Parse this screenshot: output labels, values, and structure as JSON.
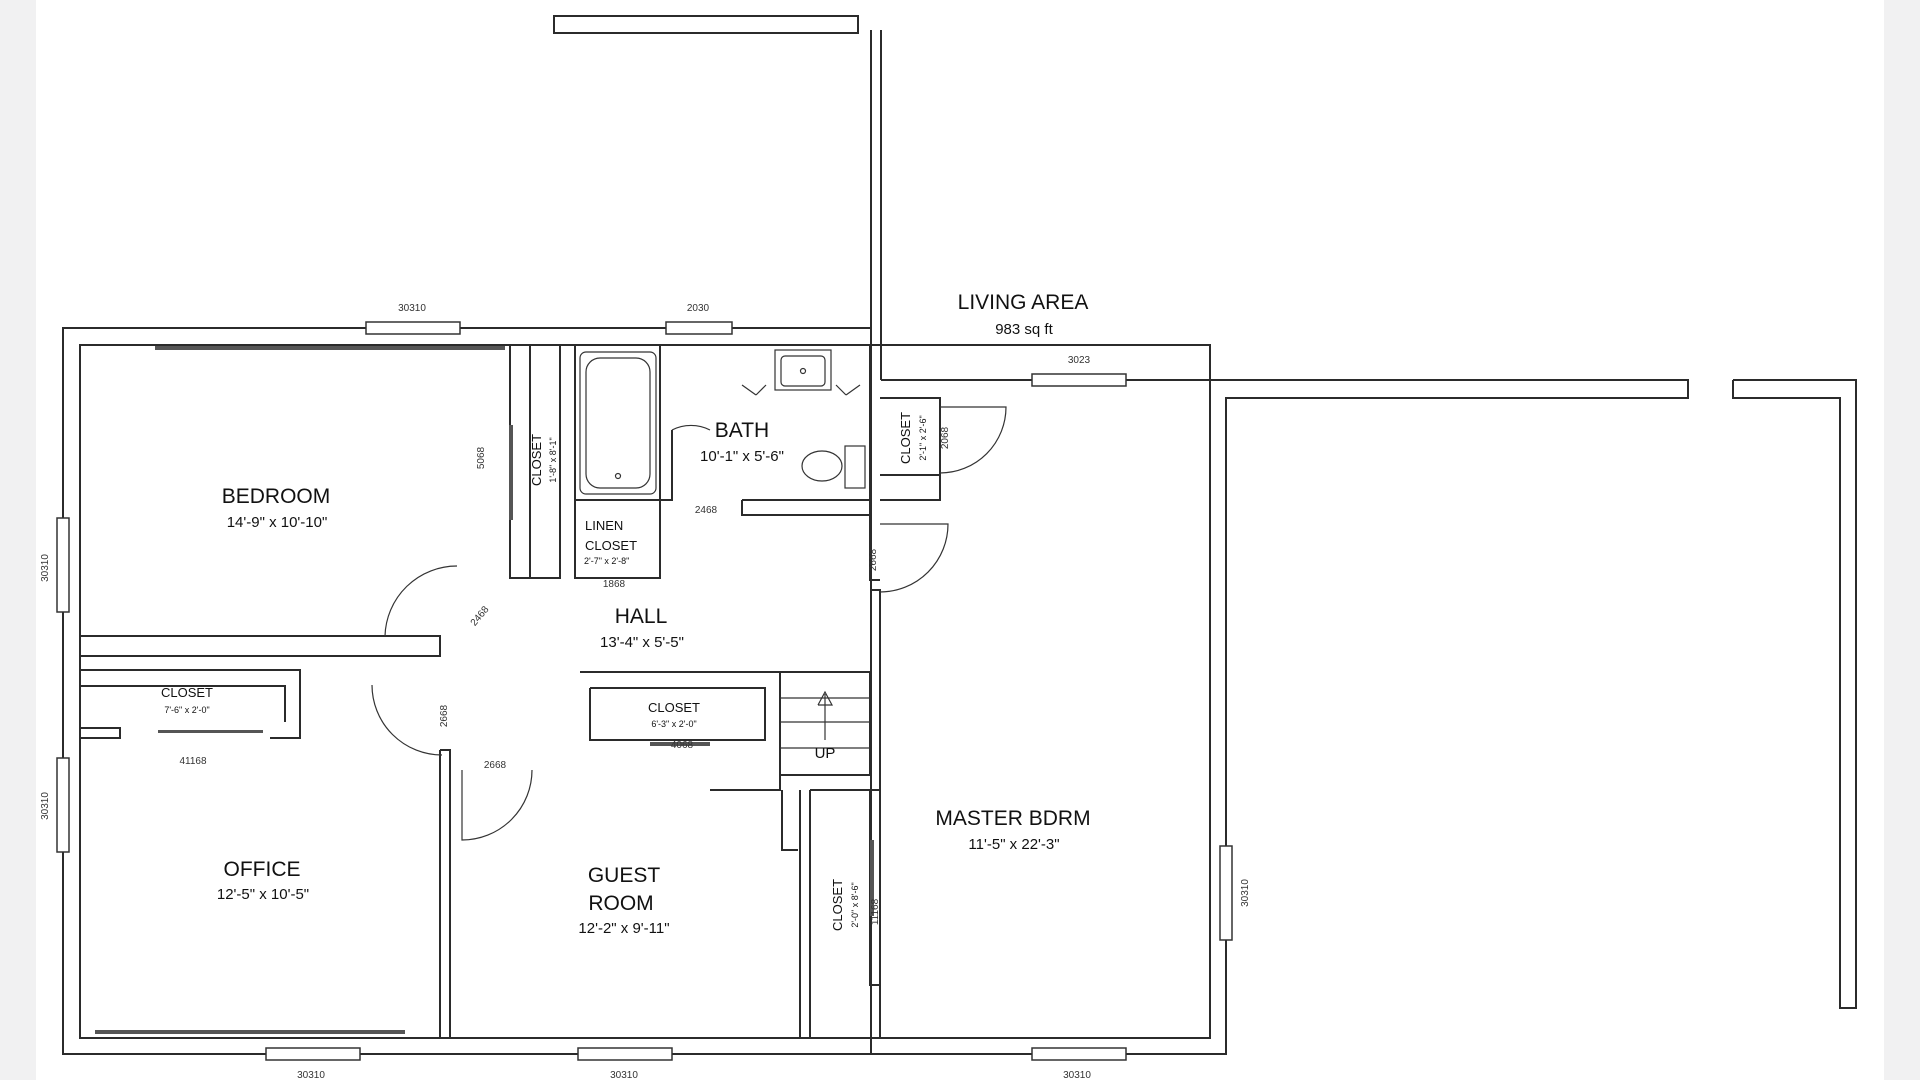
{
  "living_area": {
    "name": "LIVING AREA",
    "area": "983 sq ft"
  },
  "rooms": {
    "bedroom": {
      "name": "BEDROOM",
      "dims": "14'-9\" x 10'-10\""
    },
    "bath": {
      "name": "BATH",
      "dims": "10'-1\" x 5'-6\""
    },
    "hall": {
      "name": "HALL",
      "dims": "13'-4\" x 5'-5\""
    },
    "office": {
      "name": "OFFICE",
      "dims": "12'-5\" x 10'-5\""
    },
    "guest_line1": "GUEST",
    "guest_line2": "ROOM",
    "guest_dims": "12'-2\" x 9'-11\"",
    "master": {
      "name": "MASTER BDRM",
      "dims": "11'-5\" x 22'-3\""
    }
  },
  "closets": {
    "bedroom": {
      "name": "CLOSET",
      "dims": "1'-8\" x 8'-1\""
    },
    "linen_line1": "LINEN",
    "linen_line2": "CLOSET",
    "linen_dims": "2'-7\" x 2'-8\"",
    "bath_side": {
      "name": "CLOSET",
      "dims": "2'-1\" x 2'-6\""
    },
    "office": {
      "name": "CLOSET",
      "dims": "7'-6\" x 2'-0\""
    },
    "guest": {
      "name": "CLOSET",
      "dims": "6'-3\" x 2'-0\""
    },
    "master": {
      "name": "CLOSET",
      "dims": "2'-0\" x 8'-6\""
    }
  },
  "stairs_label": "UP",
  "codes": {
    "bedroom_top_window": "30310",
    "bath_top_window": "2030",
    "living_window": "3023",
    "bedroom_left_window": "30310",
    "office_left_window": "30310",
    "office_bottom_window": "30310",
    "guest_bottom_window": "30310",
    "master_bottom_window": "30310",
    "master_right_window": "30310",
    "bedroom_closet_door": "5068",
    "bath_door": "2468",
    "linen_door": "1868",
    "bedroom_door": "2468",
    "hall_master_door": "2668",
    "bath_closet_door": "2068",
    "office_door": "2668",
    "guest_door": "2668",
    "office_closet_door": "41168",
    "guest_closet_door": "4068",
    "master_closet_door": "11168"
  }
}
